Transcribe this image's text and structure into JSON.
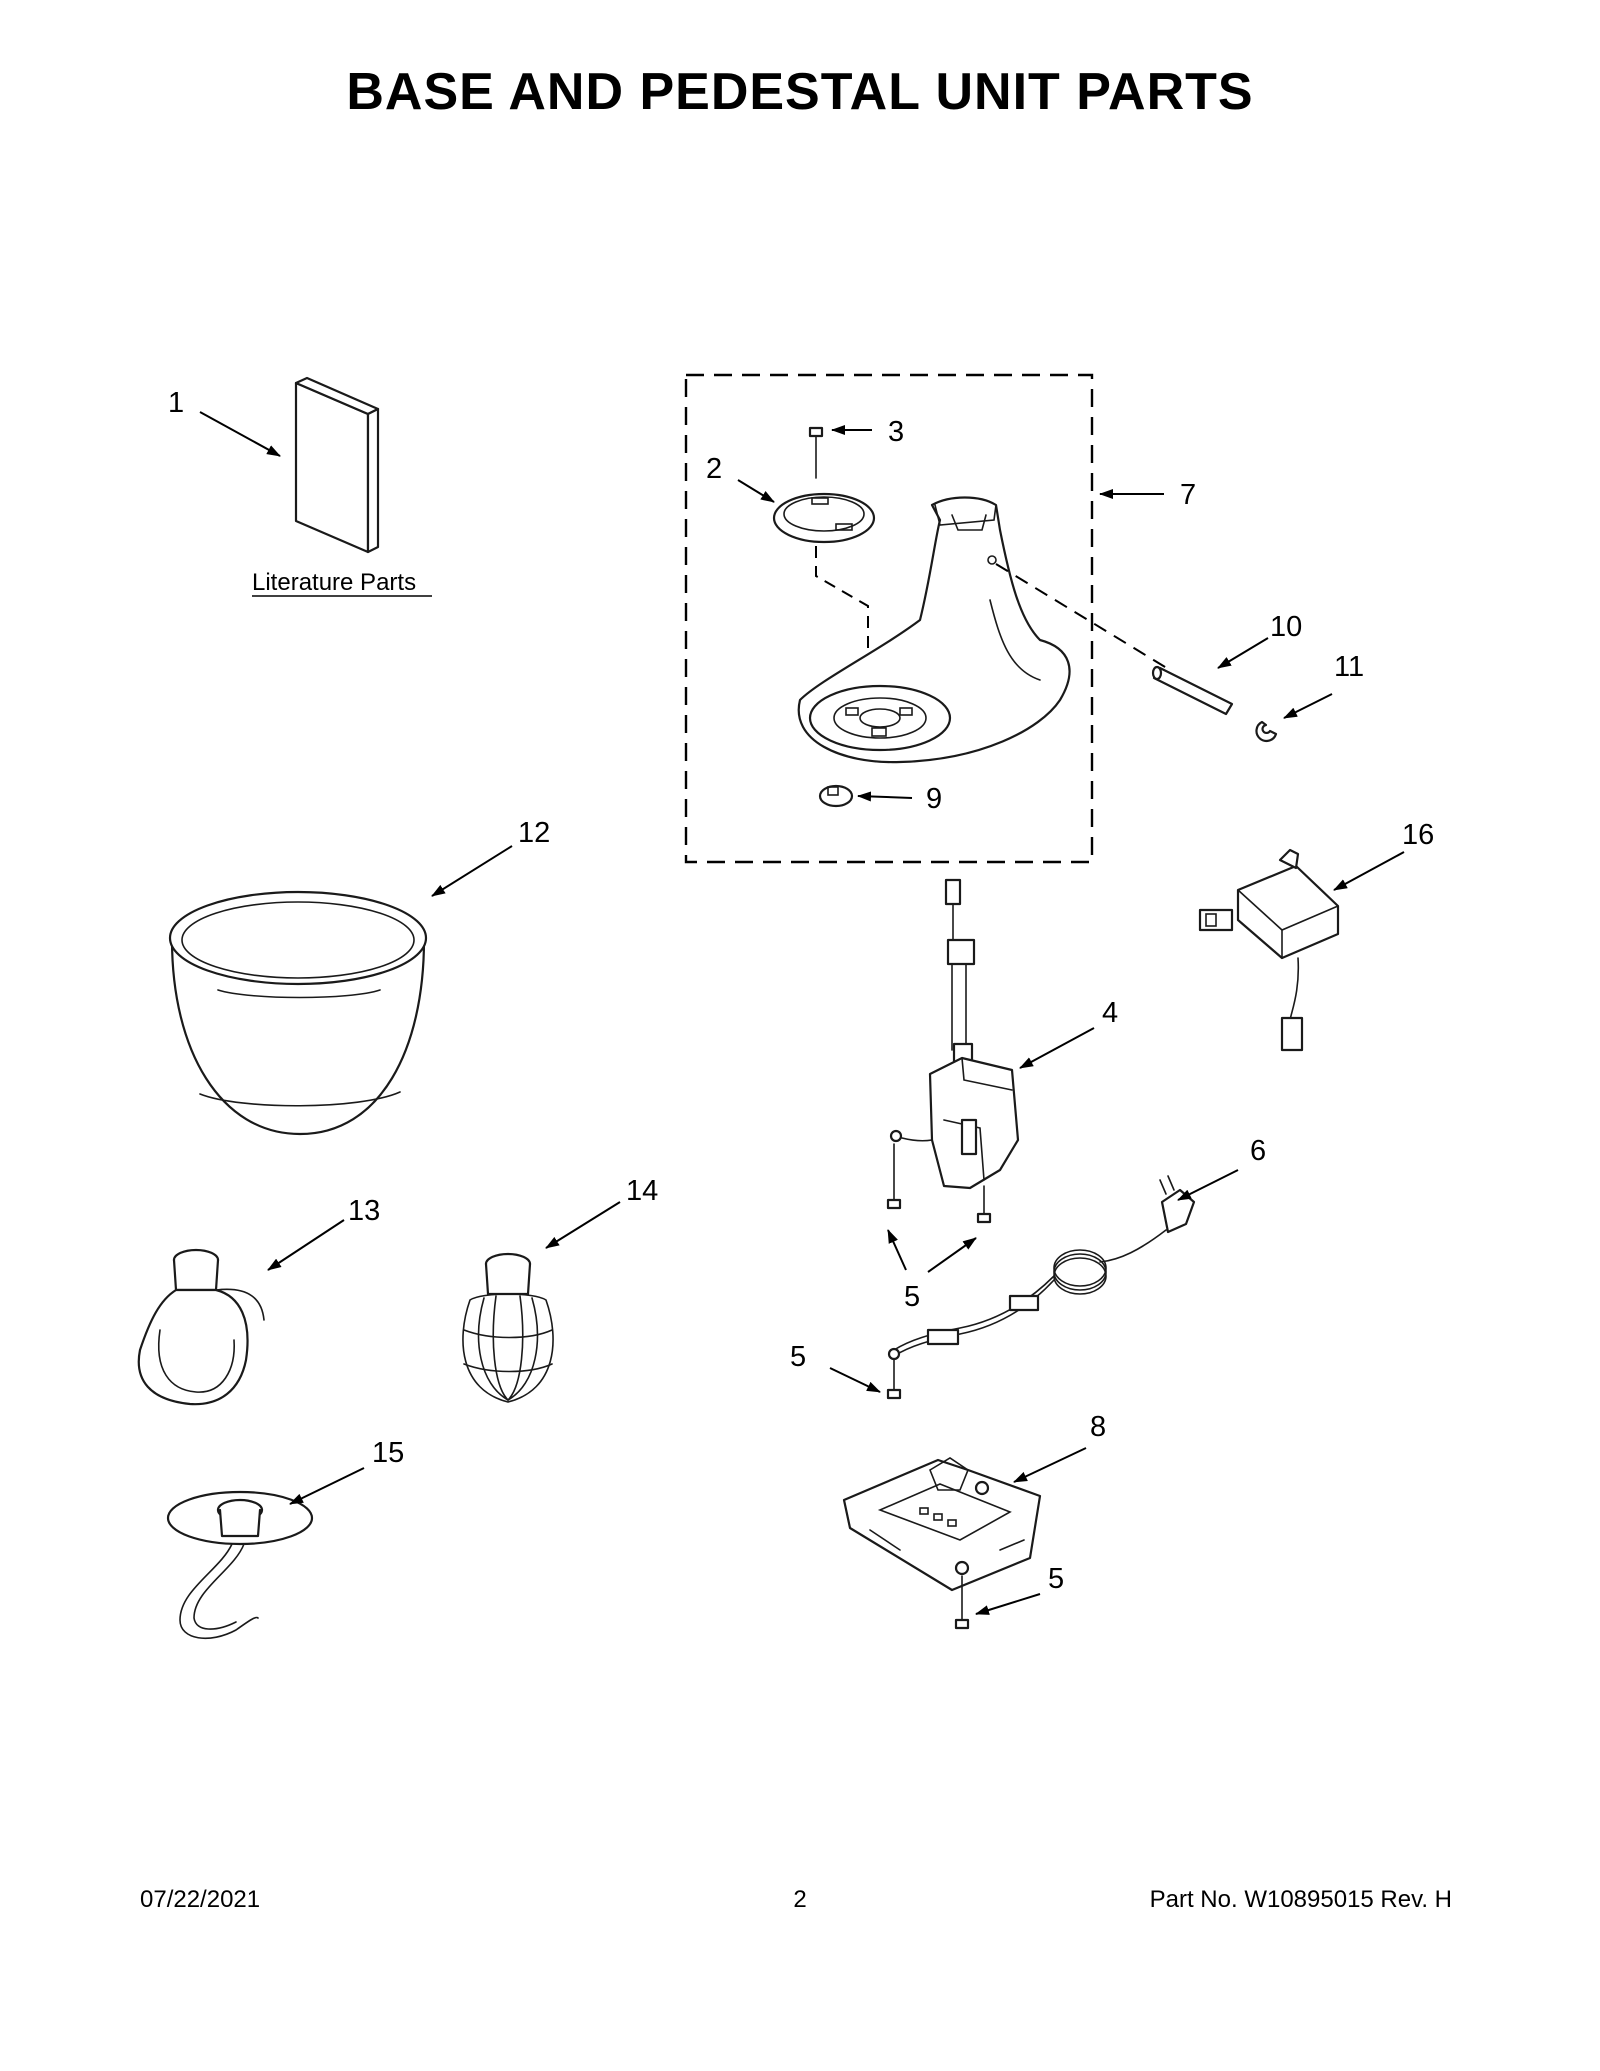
{
  "title": "BASE AND PEDESTAL UNIT PARTS",
  "literature_label": "Literature Parts",
  "callouts": {
    "c1": "1",
    "c2": "2",
    "c3": "3",
    "c4": "4",
    "c5a": "5",
    "c5b": "5",
    "c5c": "5",
    "c6": "6",
    "c7": "7",
    "c8": "8",
    "c9": "9",
    "c10": "10",
    "c11": "11",
    "c12": "12",
    "c13": "13",
    "c14": "14",
    "c15": "15",
    "c16": "16"
  },
  "footer": {
    "date": "07/22/2021",
    "page": "2",
    "part_number": "Part No.  W10895015  Rev.  H"
  }
}
